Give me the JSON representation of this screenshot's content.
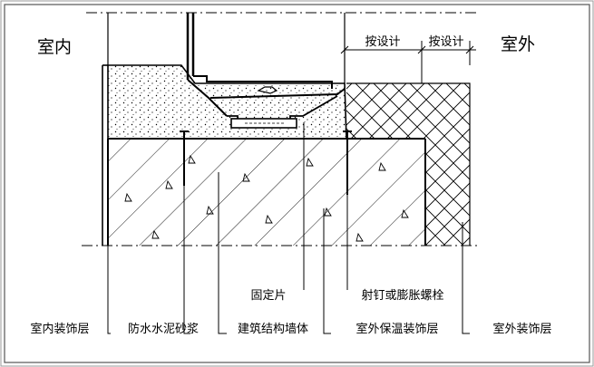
{
  "labels": {
    "indoor": "室内",
    "outdoor": "室外",
    "per_design_1": "按设计",
    "per_design_2": "按设计",
    "fixing_plate": "固定片",
    "nail_bolt": "射钉或膨胀螺栓",
    "indoor_finish": "室内装饰层",
    "waterproof_mortar": "防水水泥砂浆",
    "structural_wall": "建筑结构墙体",
    "outdoor_insulation_finish": "室外保温装饰层",
    "outdoor_finish": "室外装饰层"
  },
  "colors": {
    "line": "#000000",
    "background": "#ffffff"
  }
}
